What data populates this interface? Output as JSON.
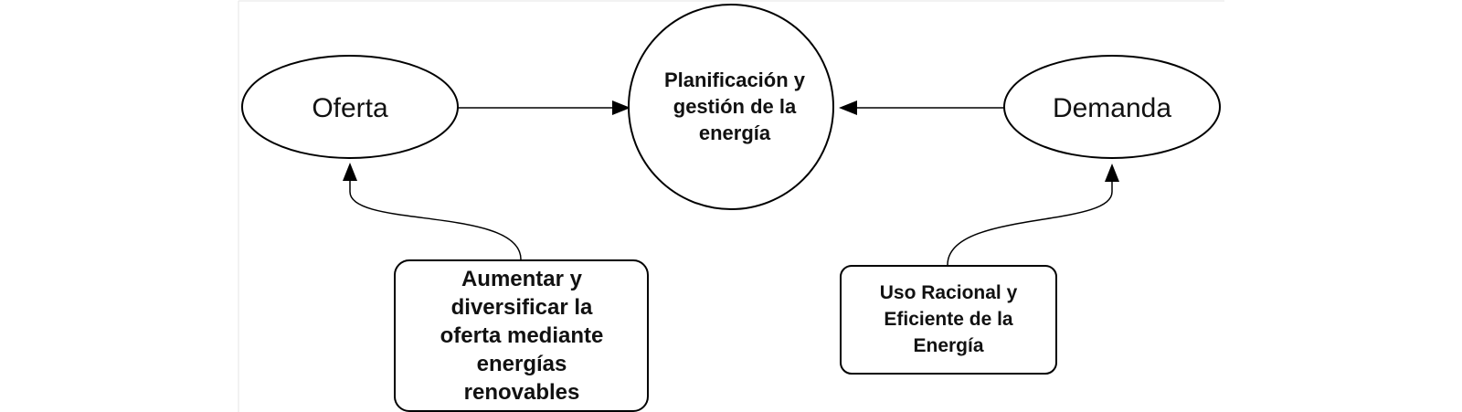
{
  "diagram": {
    "supply": {
      "label": "Oferta"
    },
    "center": {
      "lines": [
        "Planificación y",
        "gestión de la",
        "energía"
      ]
    },
    "demand": {
      "label": "Demanda"
    },
    "supply_strategy": {
      "lines": [
        "Aumentar y",
        "diversificar la",
        "oferta mediante",
        "energías",
        "renovables"
      ]
    },
    "demand_strategy": {
      "lines": [
        "Uso Racional y",
        "Eficiente de la",
        "Energía"
      ]
    }
  }
}
